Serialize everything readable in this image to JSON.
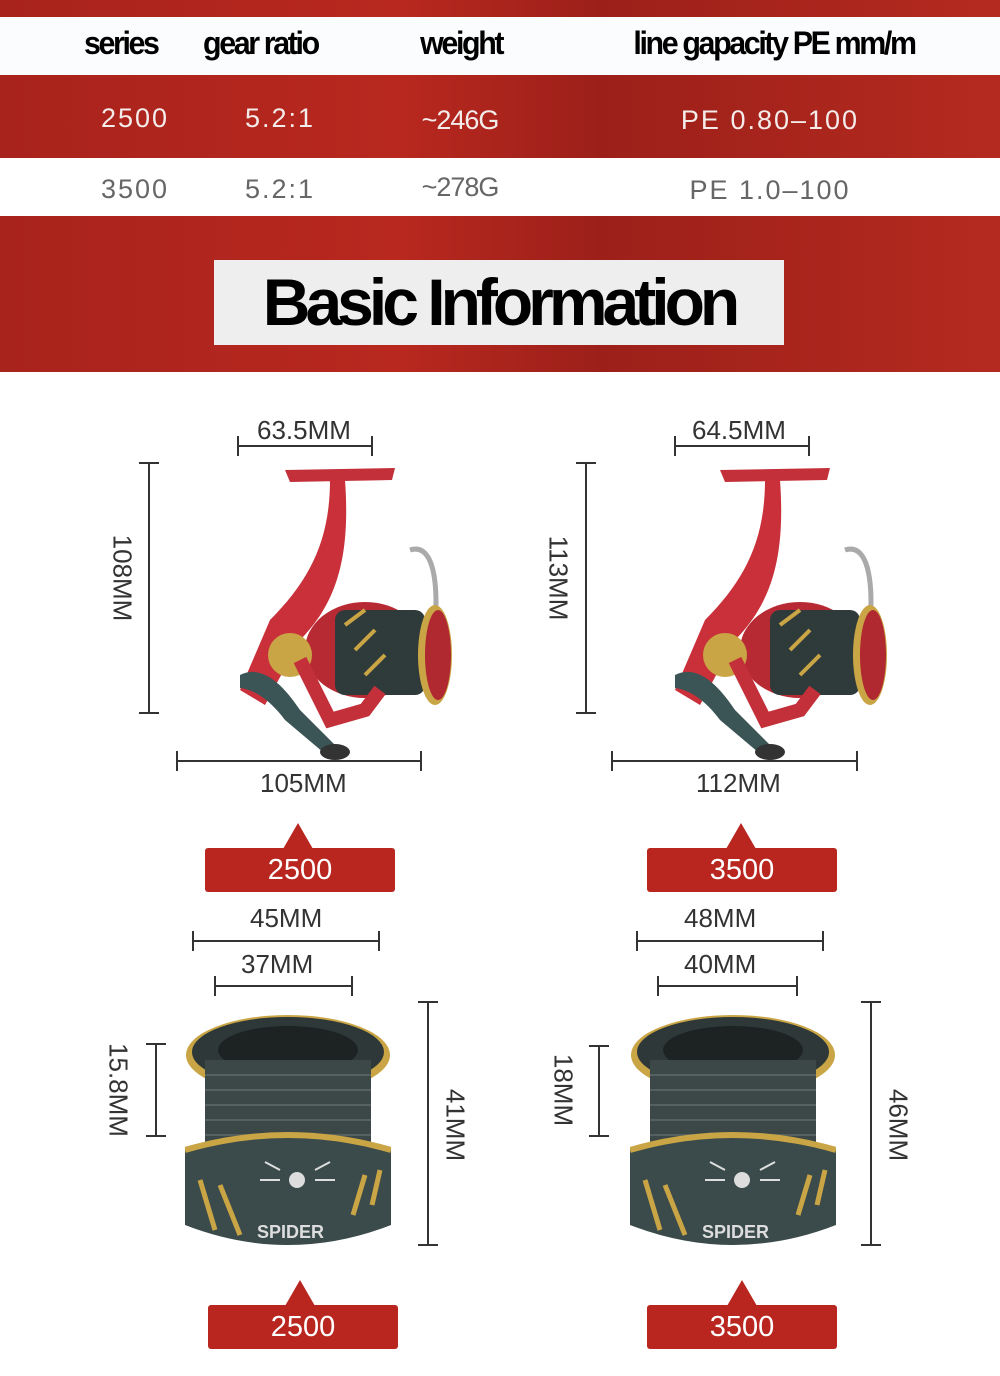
{
  "table": {
    "headers": [
      "series",
      "gear ratio",
      "weight",
      "line gapacity PE mm/m"
    ],
    "rows": [
      [
        "2500",
        "5.2:1",
        "~246G",
        "PE 0.80–100"
      ],
      [
        "3500",
        "5.2:1",
        "~278G",
        "PE 1.0–100"
      ]
    ]
  },
  "banner": {
    "title": "Basic Information"
  },
  "reels": [
    {
      "model": "2500",
      "handle_width": "63.5MM",
      "height": "108MM",
      "length": "105MM"
    },
    {
      "model": "3500",
      "handle_width": "64.5MM",
      "height": "113MM",
      "length": "112MM"
    }
  ],
  "spools": [
    {
      "model": "2500",
      "outer_diameter": "45MM",
      "inner_diameter": "37MM",
      "line_depth": "15.8MM",
      "height": "41MM",
      "logo_text": "SPIDER"
    },
    {
      "model": "3500",
      "outer_diameter": "48MM",
      "inner_diameter": "40MM",
      "line_depth": "18MM",
      "height": "46MM",
      "logo_text": "SPIDER"
    }
  ],
  "colors": {
    "brand_red": "#b8261f",
    "gold": "#c9a545",
    "spool_dark": "#3b4a4a"
  }
}
